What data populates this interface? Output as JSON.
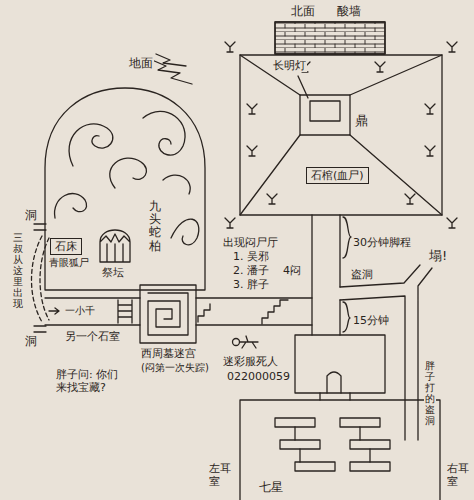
{
  "diagram": {
    "nodes": [
      {
        "text": [
          "九头蛇柏"
        ]
      },
      {
        "text": [
          "石床",
          "青眼狐尸"
        ],
        "in": 0
      },
      {
        "text": [
          "祭坛"
        ],
        "in": 0
      },
      {
        "text": [
          "西周墓迷宫",
          "(闷第一次失踪)"
        ]
      },
      {
        "text": [
          "长明灯",
          "鼎"
        ]
      },
      {
        "text": [
          "石棺(血尸)"
        ],
        "in": 4
      },
      {
        "text": [
          "七星"
        ]
      }
    ],
    "labels": [
      "地面",
      "北面",
      "酸墙",
      "洞",
      "三叔从这里出现",
      "洞",
      "一小千",
      "另一个石室",
      "胖子问: 你们来找宝藏?",
      "出现闷尸厅",
      "1. 吴邪",
      "2. 潘子",
      "3. 胖子",
      "4闷",
      "迷彩服死人",
      "022000059",
      "30分钟脚程",
      "盗洞",
      "塌!",
      "15分钟",
      "胖子打的盗洞",
      "左耳室",
      "右耳室"
    ]
  }
}
